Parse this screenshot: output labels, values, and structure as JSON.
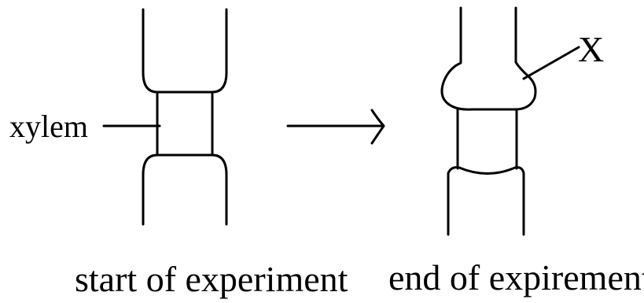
{
  "labels": {
    "xylem": "xylem",
    "x_marker": "X",
    "start_caption": "start of experiment",
    "end_caption": "end of expirement"
  },
  "colors": {
    "stroke": "#000000",
    "background": "#ffffff"
  }
}
